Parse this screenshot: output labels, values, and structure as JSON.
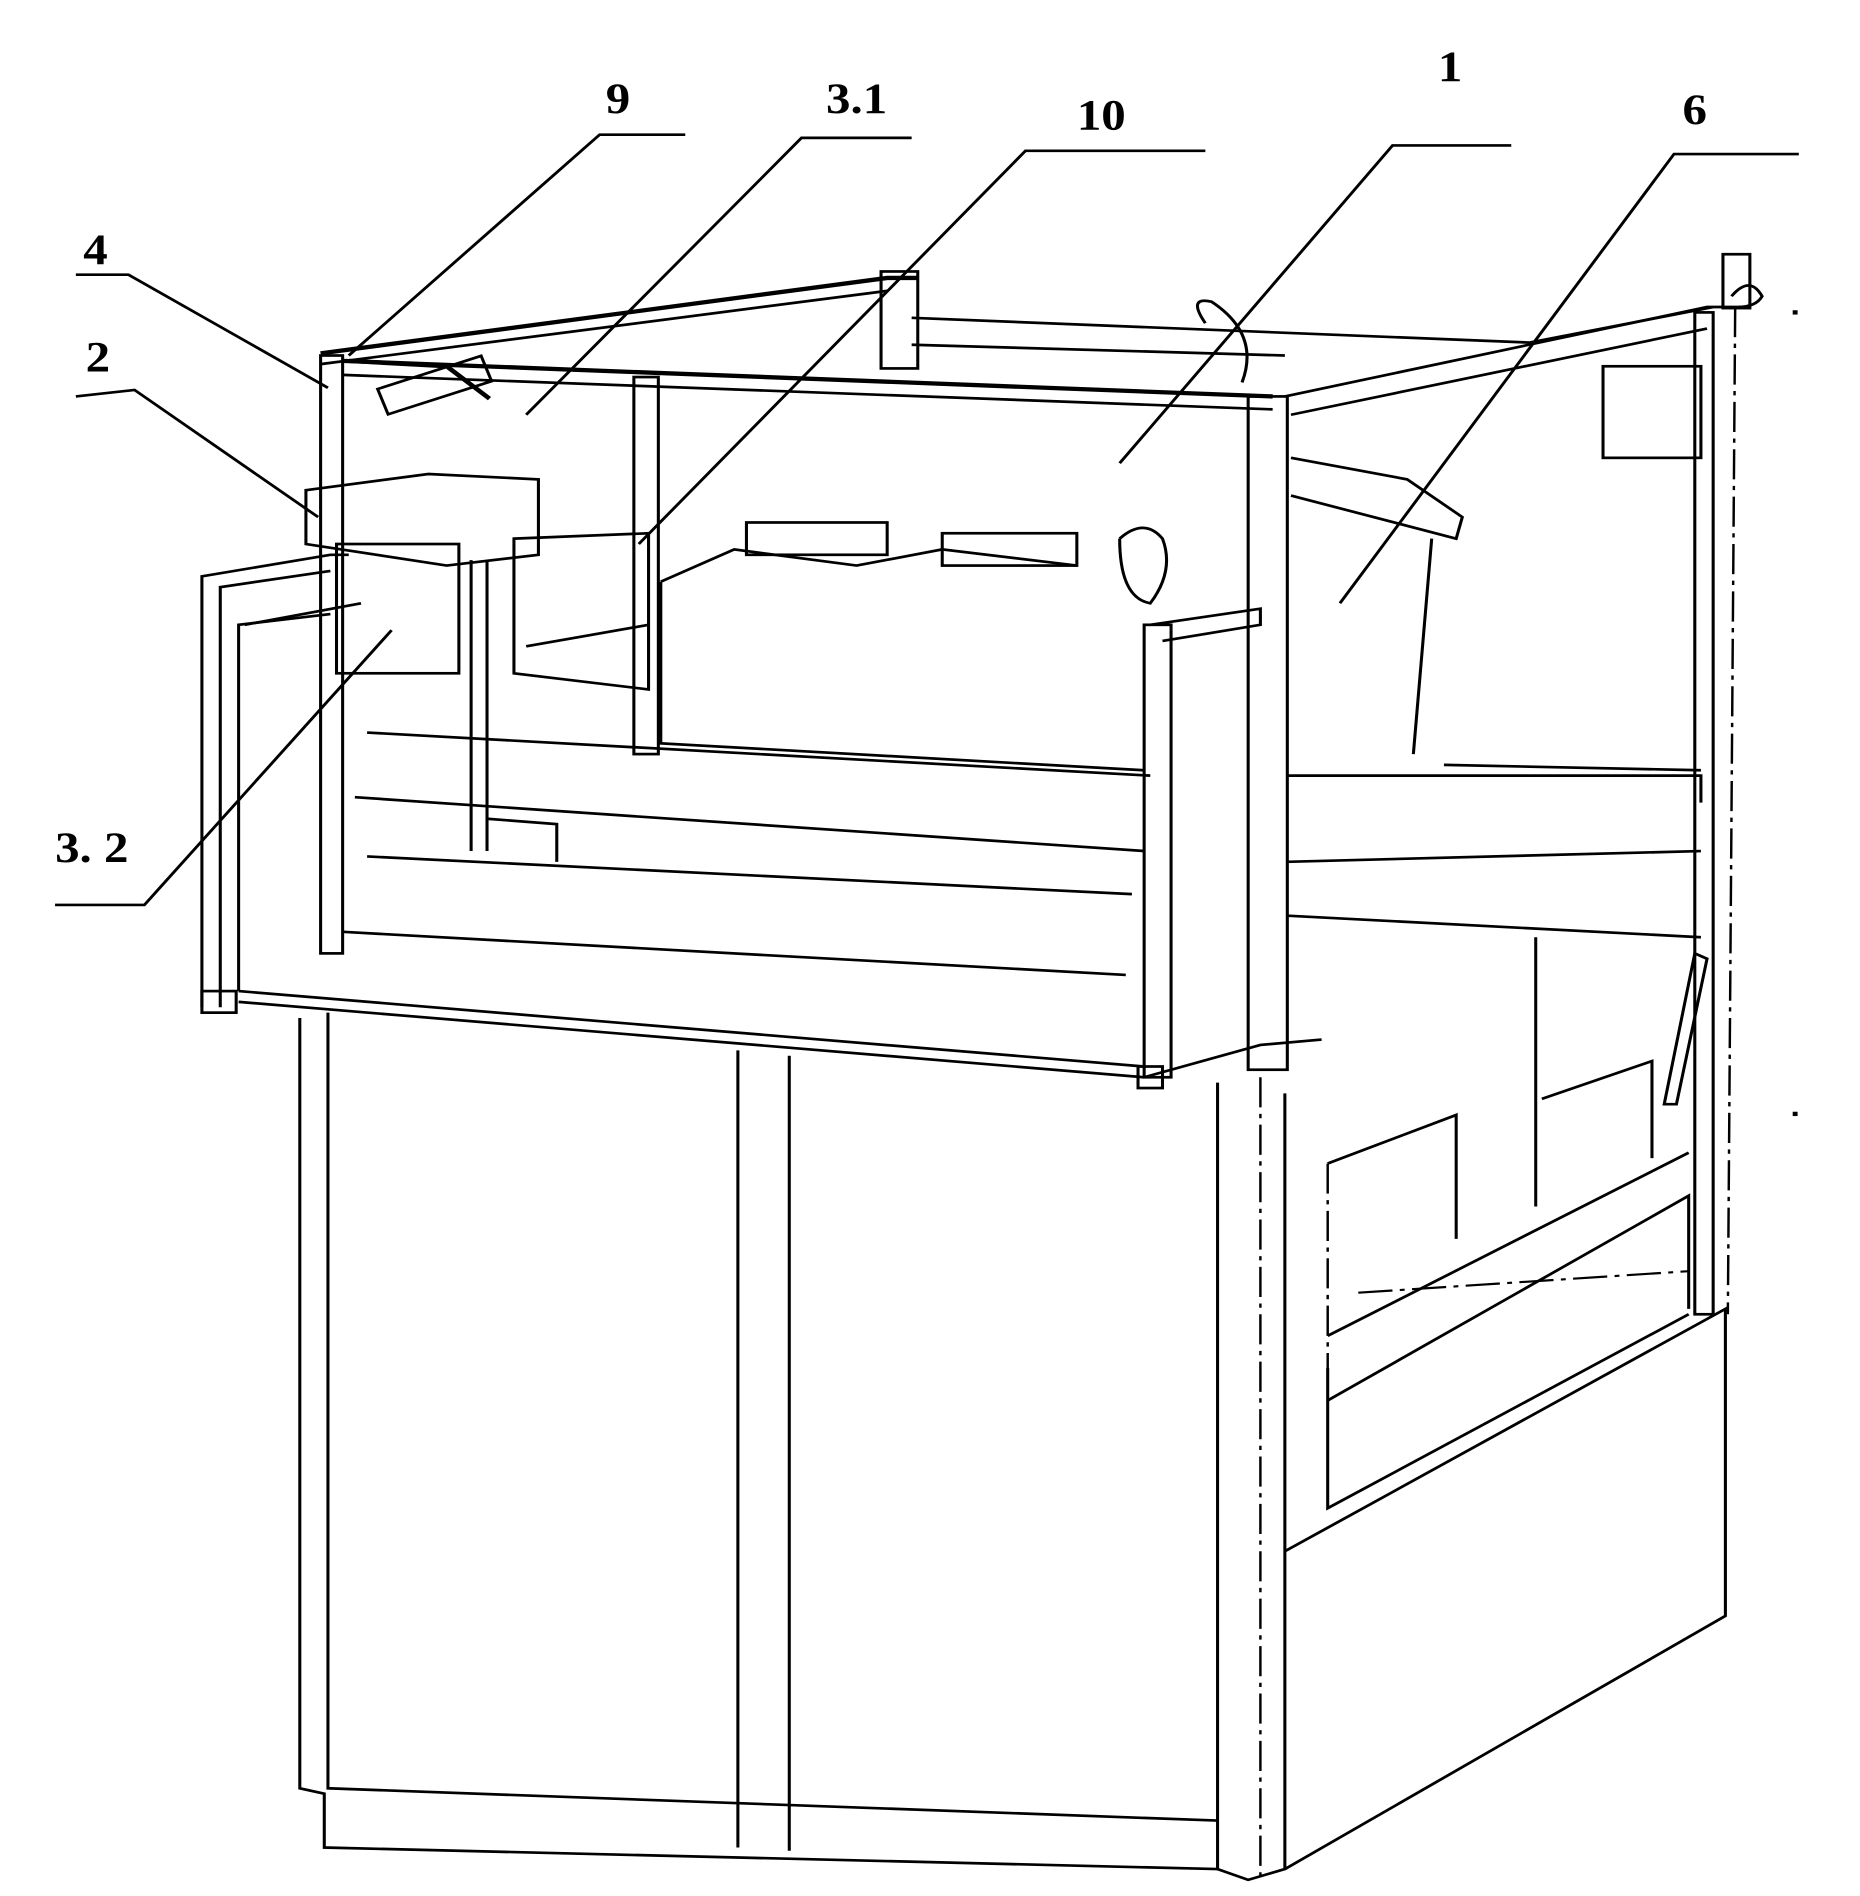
{
  "figure": {
    "labels": [
      {
        "id": "9",
        "text": "9"
      },
      {
        "id": "3.1",
        "text": "3.1"
      },
      {
        "id": "10",
        "text": "10"
      },
      {
        "id": "1",
        "text": "1"
      },
      {
        "id": "6",
        "text": "6"
      },
      {
        "id": "4",
        "text": "4"
      },
      {
        "id": "2",
        "text": "2"
      },
      {
        "id": "3.2",
        "text": "3. 2"
      }
    ]
  }
}
